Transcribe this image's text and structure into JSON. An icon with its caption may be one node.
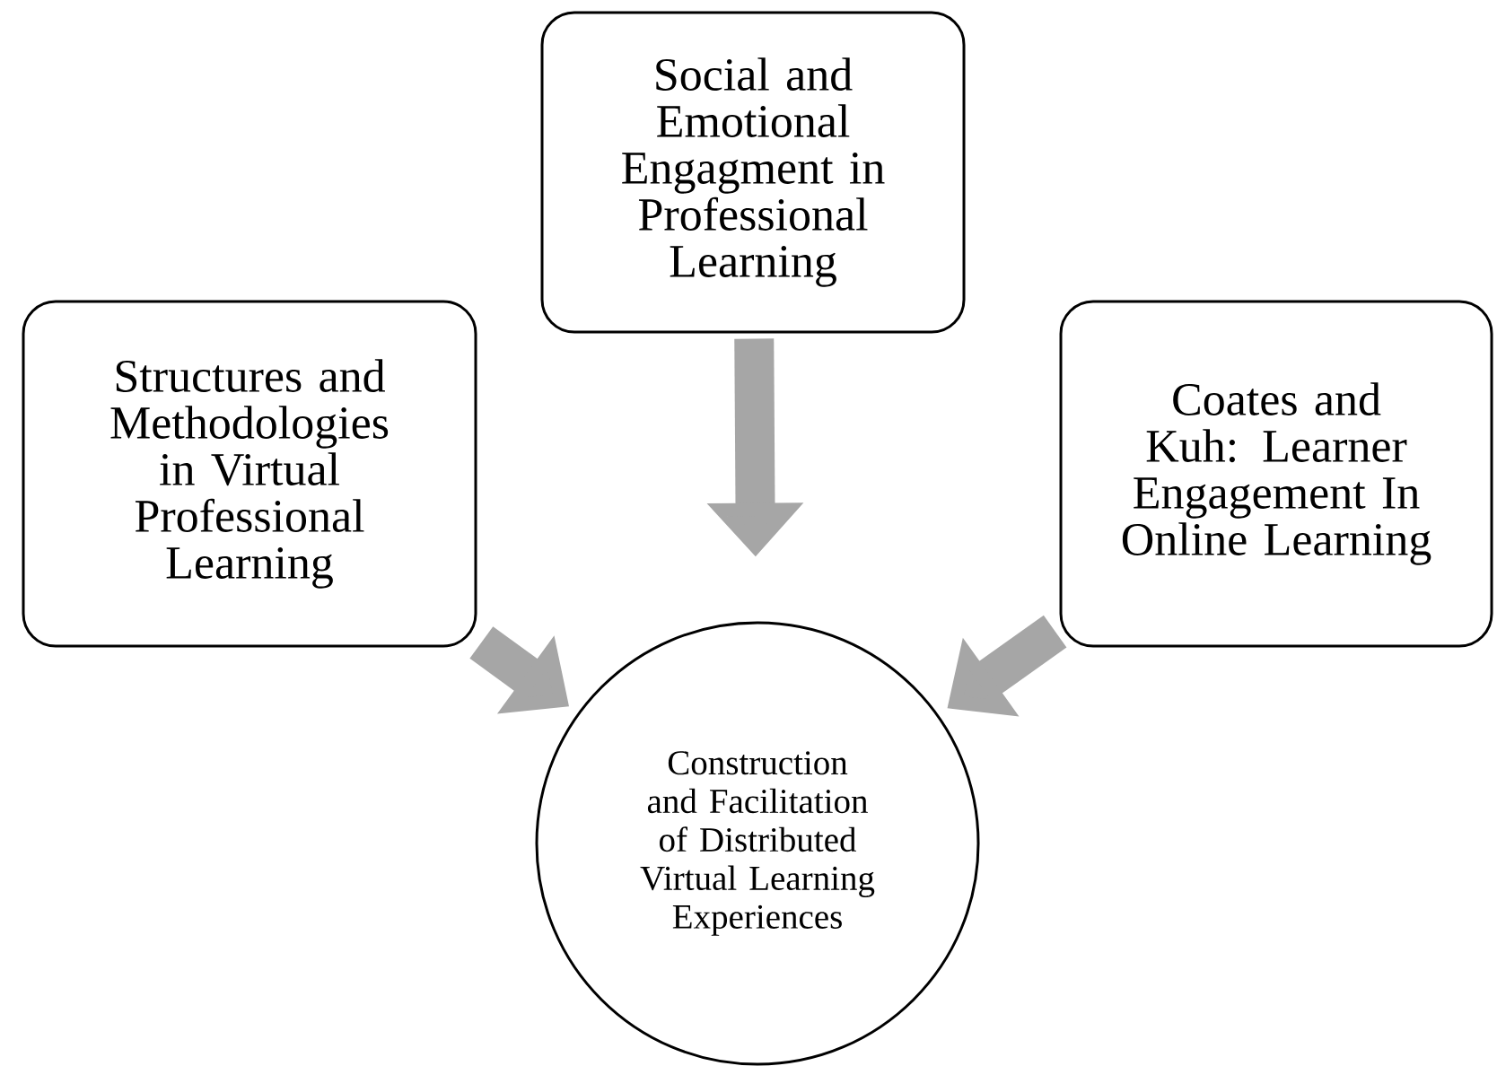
{
  "diagram": {
    "nodes": [
      {
        "text": [
          "Structures and Methodologies in Virtual Professional Learning"
        ]
      },
      {
        "text": [
          "Social and Emotional Engagment in Professional Learning"
        ]
      },
      {
        "text": [
          "Coates and Kuh: Learner Engagement In Online Learning"
        ]
      },
      {
        "text": [
          "Construction and Facilitation of Distributed Virtual Learning Experiences"
        ]
      }
    ],
    "edges": [
      {
        "from": 0,
        "to": 3,
        "arrow": "to"
      },
      {
        "from": 1,
        "to": 3,
        "arrow": "to"
      },
      {
        "from": 2,
        "to": 3,
        "arrow": "to"
      }
    ]
  }
}
